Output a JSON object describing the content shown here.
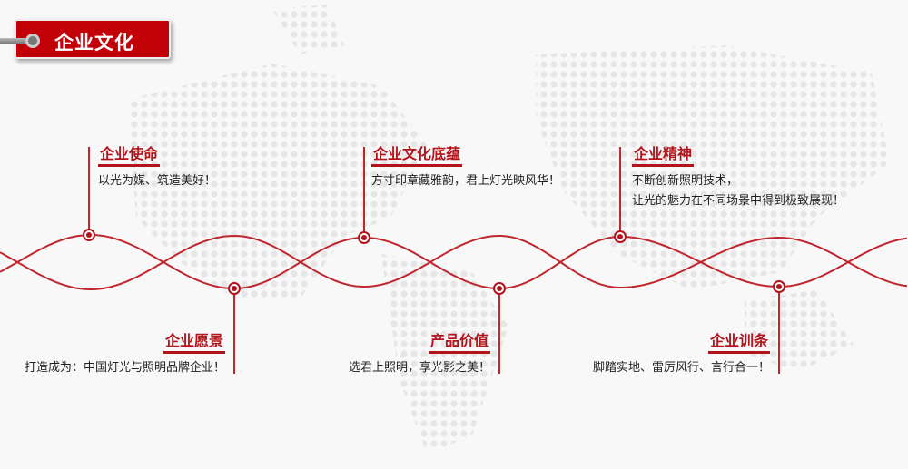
{
  "title": "企业文化",
  "colors": {
    "accent": "#b3141b",
    "tag": "#c10008"
  },
  "top": [
    {
      "heading": "企业使命",
      "lines": [
        "以光为媒、筑造美好！"
      ]
    },
    {
      "heading": "企业文化底蕴",
      "lines": [
        "方寸印章藏雅韵，君上灯光映风华！"
      ]
    },
    {
      "heading": "企业精神",
      "lines": [
        "不断创新照明技术，",
        "让光的魅力在不同场景中得到极致展现！"
      ]
    }
  ],
  "bottom": [
    {
      "heading": "企业愿景",
      "lines": [
        "打造成为：中国灯光与照明品牌企业！"
      ]
    },
    {
      "heading": "产品价值",
      "lines": [
        "选君上照明，享光影之美！"
      ]
    },
    {
      "heading": "企业训条",
      "lines": [
        "脚踏实地、雷厉风行、言行合一！"
      ]
    }
  ]
}
